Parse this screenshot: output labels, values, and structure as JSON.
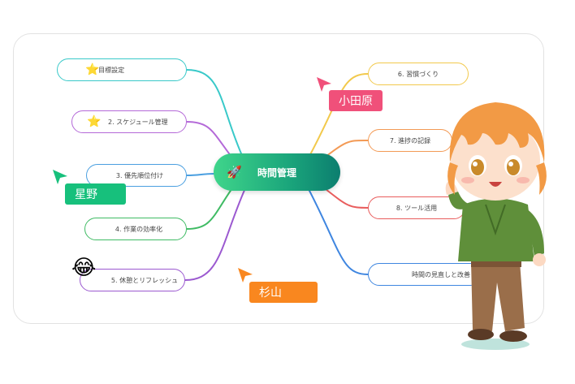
{
  "colors": {
    "accent_center": "#1aa57b",
    "branch_1": "#39c9c9",
    "branch_2": "#b469d8",
    "branch_3": "#4a9fe0",
    "branch_4": "#3fbb64",
    "branch_5": "#9b59d0",
    "branch_6": "#f2c94c",
    "branch_7": "#f39a55",
    "branch_8": "#e95d5d",
    "branch_9": "#3f86e0",
    "tag_odawara": "#f0507a",
    "tag_hoshino": "#17c07c",
    "tag_sugiyama": "#f9871f"
  },
  "mindmap": {
    "center": {
      "label": "時間管理",
      "icon": "rocket-icon"
    },
    "left": [
      {
        "label": "1. 目標設定",
        "icon": "star-icon"
      },
      {
        "label": "2. スケジュール管理",
        "icon": "star-icon"
      },
      {
        "label": "3. 優先順位付け"
      },
      {
        "label": "4. 作業の効率化"
      },
      {
        "label": "5. 休憩とリフレッシュ",
        "icon": "laughing-face-icon"
      }
    ],
    "right": [
      {
        "label": "6. 習慣づくり"
      },
      {
        "label": "7. 進捗の記録"
      },
      {
        "label": "8. ツール活用"
      },
      {
        "label": "時間の見直しと改善"
      }
    ]
  },
  "collaborators": [
    {
      "name": "小田原",
      "icon": "cursor-icon"
    },
    {
      "name": "星野",
      "icon": "cursor-icon"
    },
    {
      "name": "杉山",
      "icon": "cursor-icon"
    }
  ],
  "illustration": {
    "icon": "anime-boy-mascot-icon"
  }
}
